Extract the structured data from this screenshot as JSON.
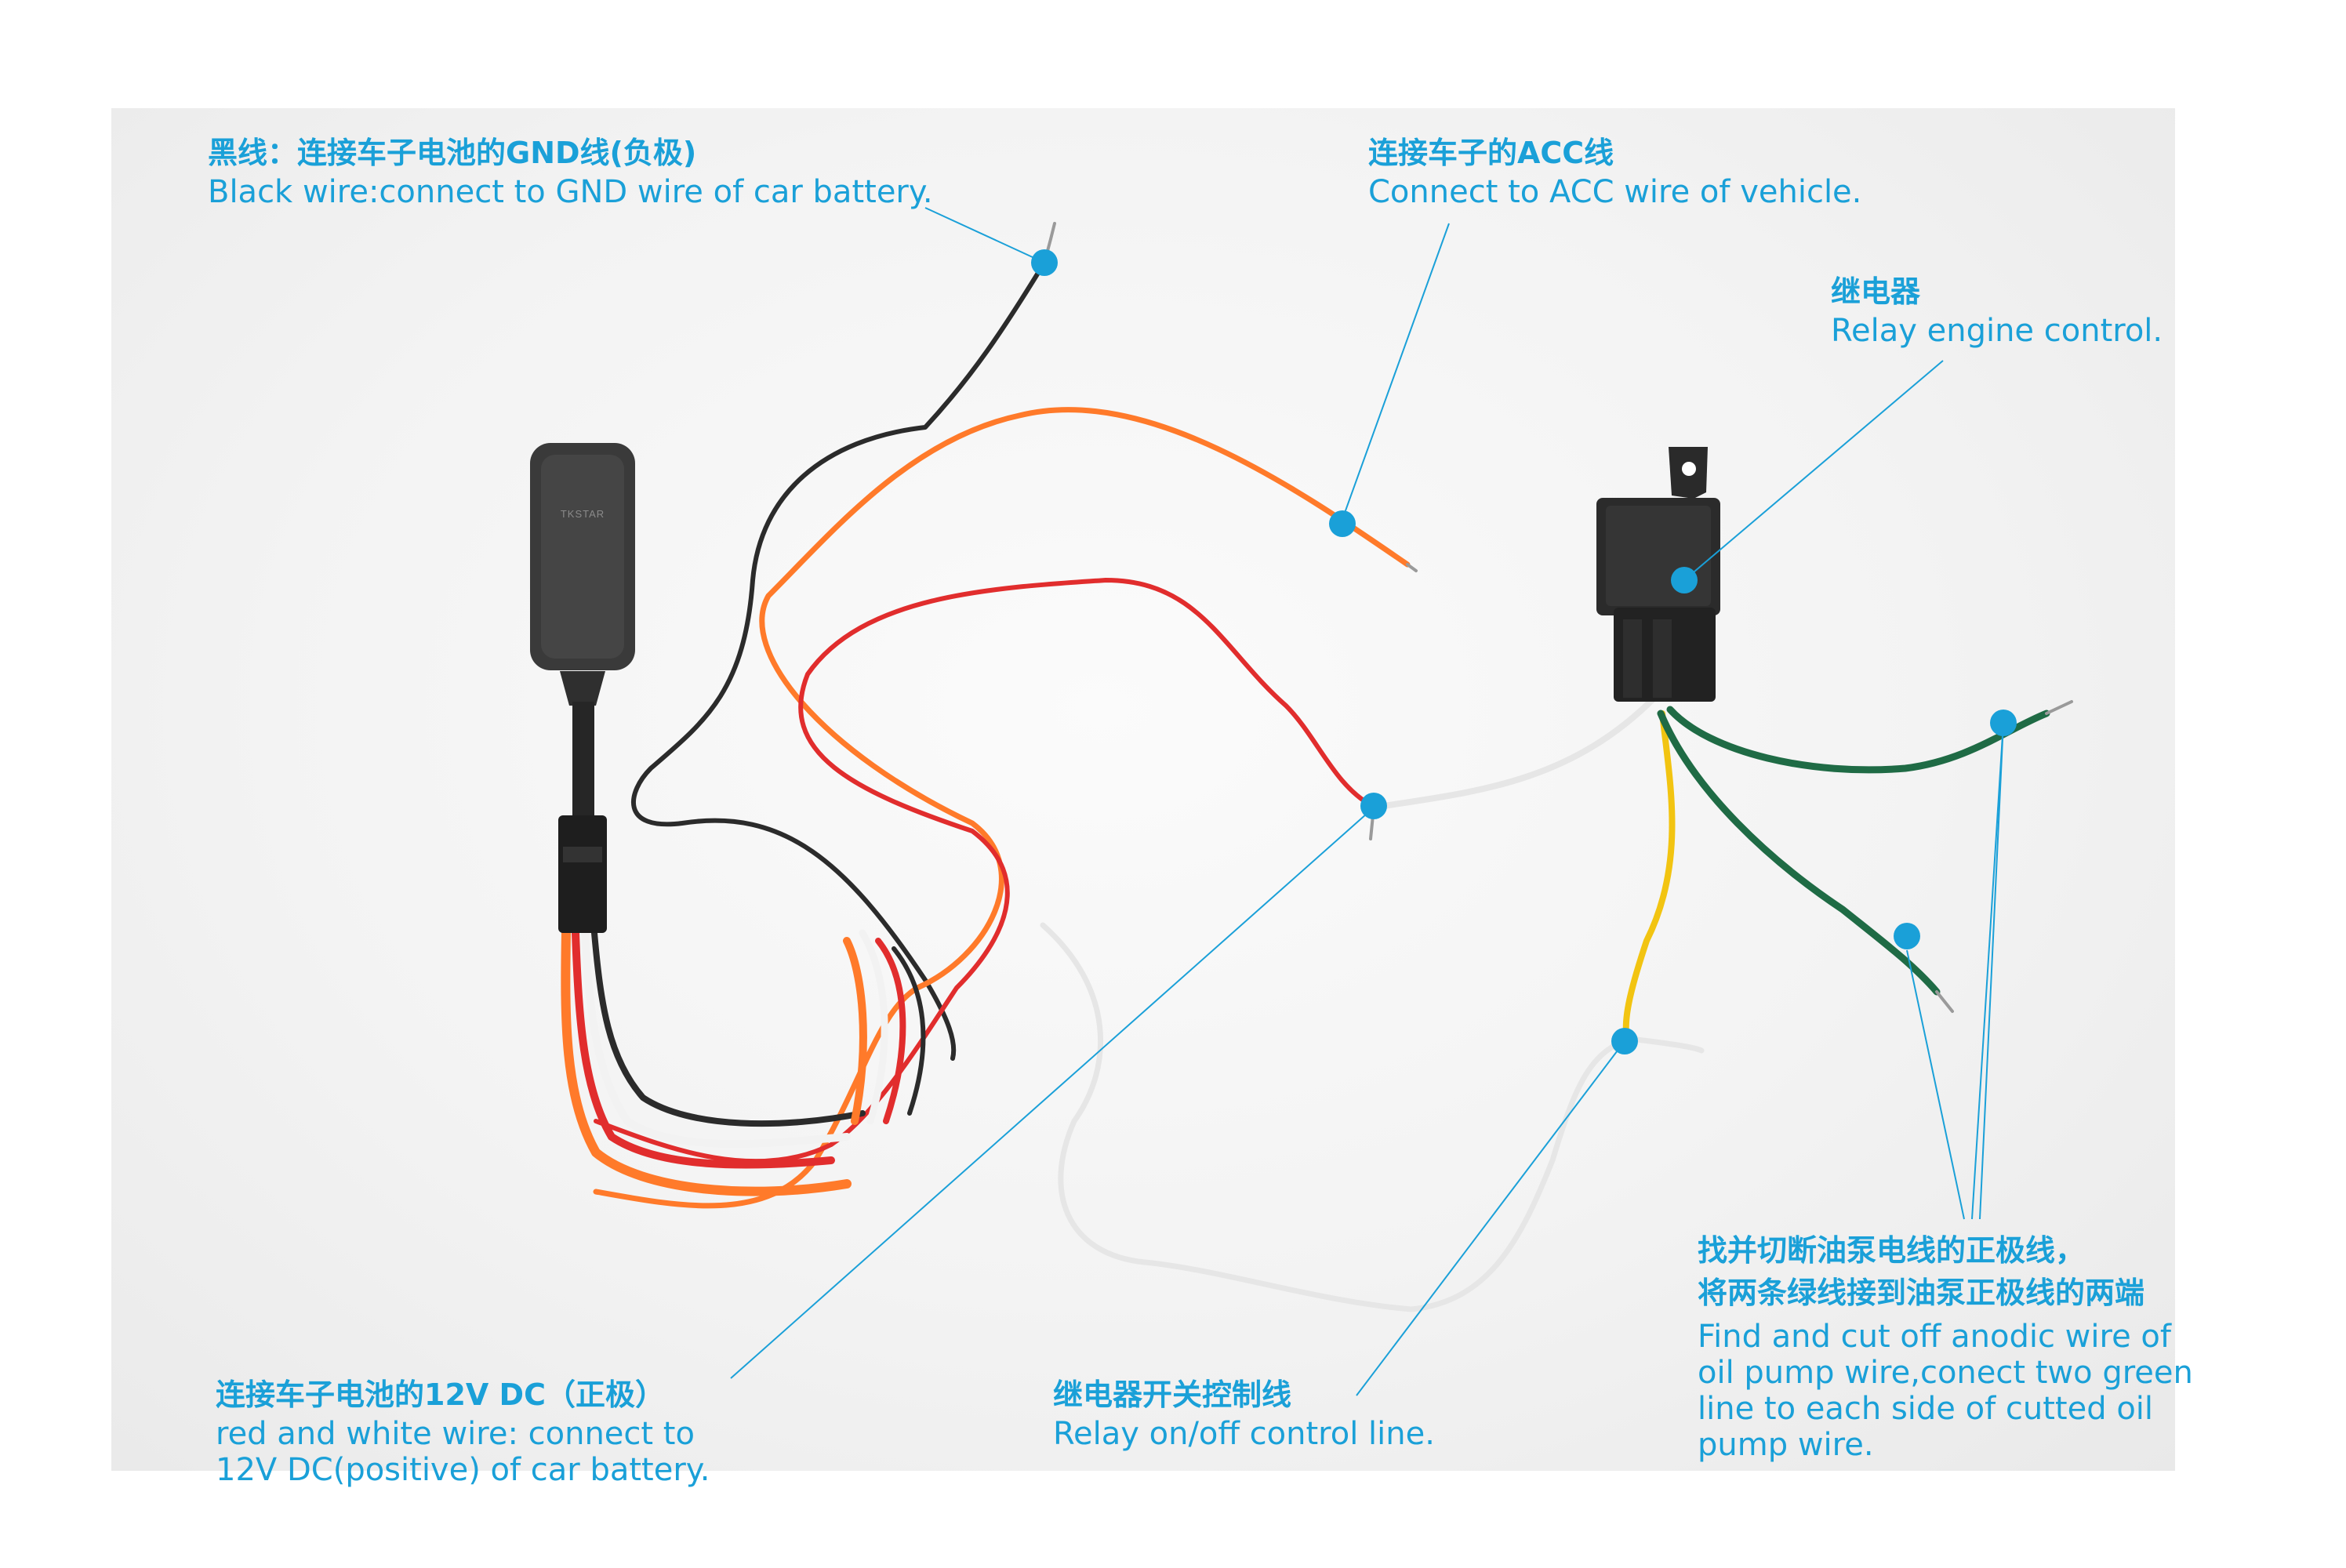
{
  "colors": {
    "accent": "#1aa0d8",
    "wire_black": "#2b2b2b",
    "wire_orange": "#ff7a2a",
    "wire_red": "#e12d2d",
    "wire_white": "#f2f2f2",
    "wire_yellow": "#f2c411",
    "wire_green": "#1f6b45"
  },
  "callouts": {
    "gnd": {
      "zh": "黑线：连接车子电池的GND线(负极)",
      "en": "Black wire:connect to GND wire of car battery."
    },
    "acc": {
      "zh": "连接车子的ACC线",
      "en": "Connect to ACC wire of vehicle."
    },
    "relay": {
      "zh": "继电器",
      "en": "Relay engine control."
    },
    "pump": {
      "zh1": "找并切断油泵电线的正极线，",
      "zh2": "将两条绿线接到油泵正极线的两端",
      "en1": "Find and cut off anodic wire of",
      "en2": "oil pump wire,conect two green",
      "en3": "line to each side of cutted oil",
      "en4": "pump wire."
    },
    "power": {
      "zh": "连接车子电池的12V DC（正极）",
      "en1": "red and white wire: connect to",
      "en2": "12V DC(positive) of car battery."
    },
    "control": {
      "zh": "继电器开关控制线",
      "en": "Relay on/off control line."
    }
  },
  "device": {
    "brand": "TKSTAR"
  }
}
